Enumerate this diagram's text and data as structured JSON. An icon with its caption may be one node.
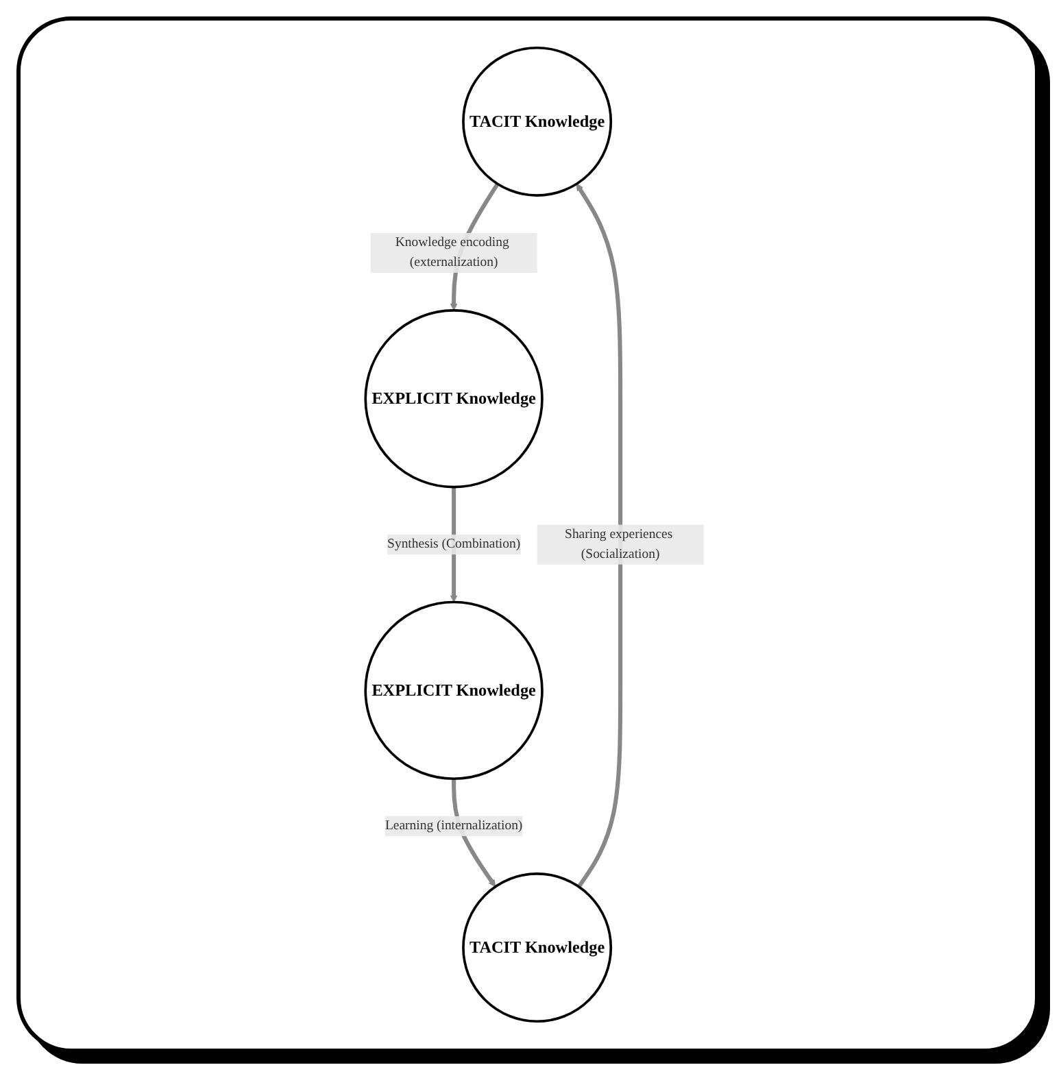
{
  "diagram": {
    "nodes": [
      {
        "text": [
          "TACIT Knowledge"
        ]
      },
      {
        "text": [
          "EXPLICIT Knowledge"
        ]
      },
      {
        "text": [
          "TACIT Knowledge"
        ]
      },
      {
        "text": [
          "EXPLICIT Knowledge"
        ]
      }
    ],
    "edges": [
      {
        "from": 0,
        "to": 1,
        "arrow": "to",
        "label": "Knowledge encoding (externalization)"
      },
      {
        "from": 1,
        "to": 3,
        "arrow": "to",
        "label": "Synthesis (Combination)"
      },
      {
        "from": 3,
        "to": 2,
        "arrow": "to",
        "label": "Learning (internalization)"
      },
      {
        "from": 2,
        "to": 0,
        "arrow": "to",
        "label": "Sharing experiences (Socialization)"
      }
    ]
  }
}
